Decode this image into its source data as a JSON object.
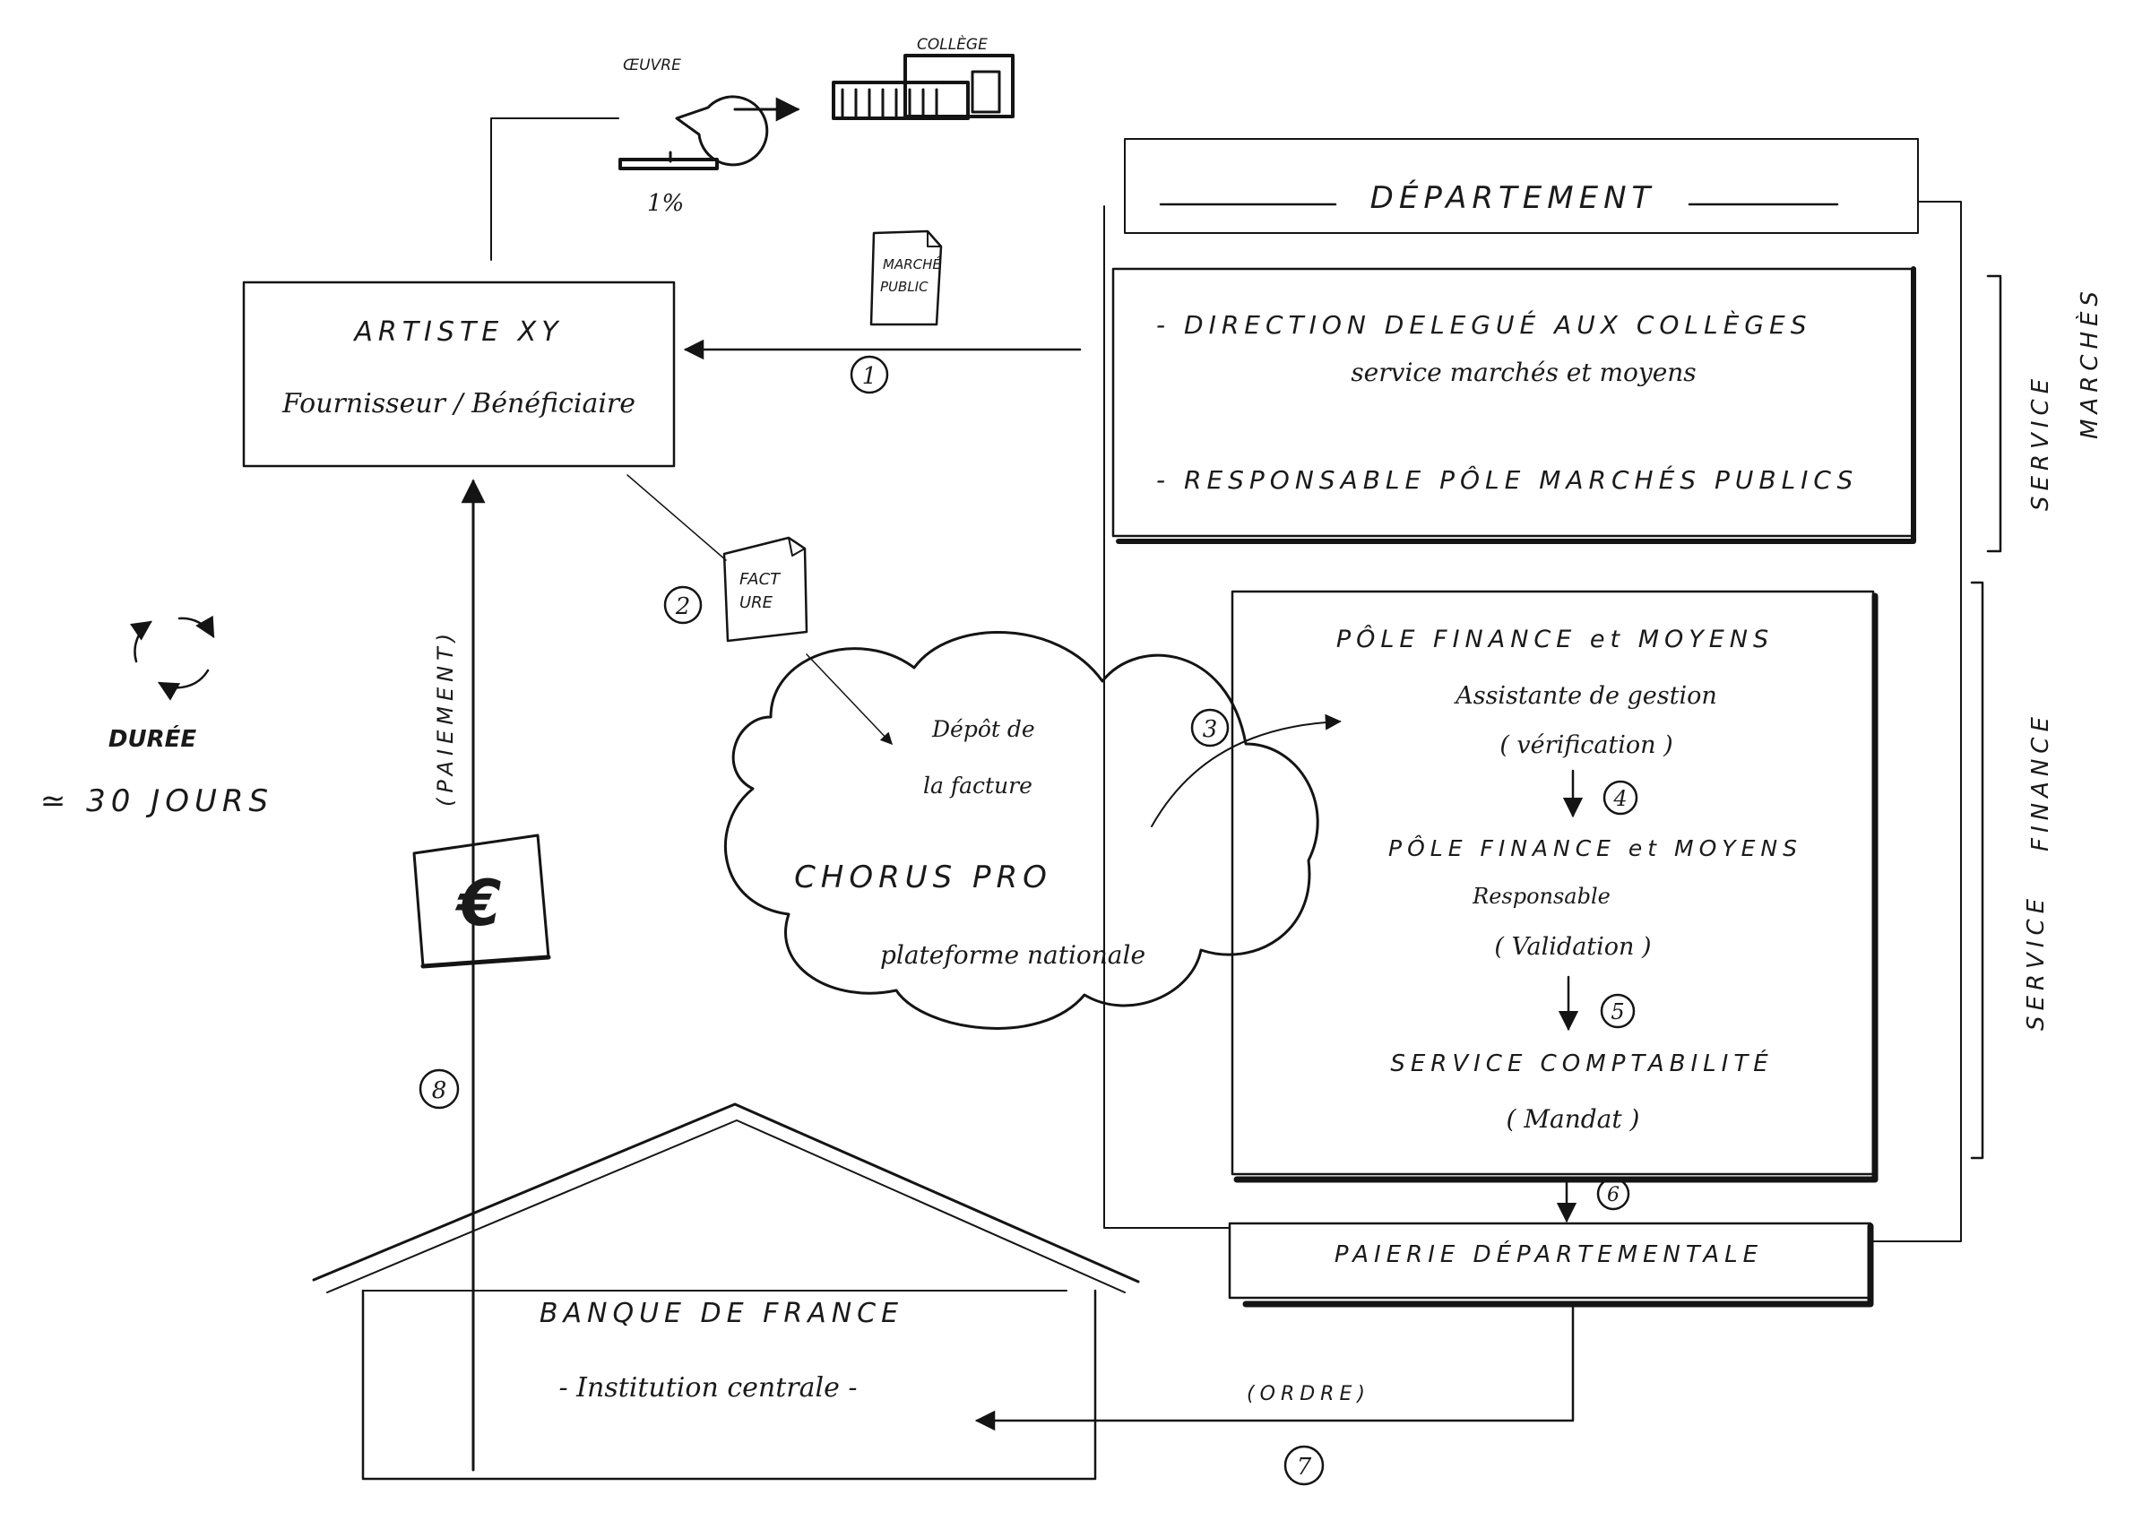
{
  "top": {
    "oeuvre_label": "ŒUVRE",
    "percent": "1%",
    "college_label": "COLLÈGE"
  },
  "artist": {
    "title": "ARTISTE XY",
    "subtitle": "Fournisseur / Bénéficiaire"
  },
  "marche_doc": {
    "line1": "MARCHÉ",
    "line2": "PUBLIC"
  },
  "facture_doc": {
    "line1": "FACT",
    "line2": "URE"
  },
  "departement": {
    "title": "DÉPARTEMENT",
    "marches_line1": "- DIRECTION DELEGUÉ AUX COLLÈGES",
    "marches_line2": "service marchés et moyens",
    "marches_line3": "- RESPONSABLE PÔLE MARCHÉS PUBLICS",
    "fin_line1": "PÔLE FINANCE et MOYENS",
    "fin_line2": "Assistante de gestion",
    "fin_line3": "( vérification )",
    "fin_line4": "PÔLE FINANCE et MOYENS",
    "fin_line5": "Responsable",
    "fin_line6": "( Validation )",
    "fin_line7": "SERVICE COMPTABILITÉ",
    "fin_line8": "( Mandat )"
  },
  "side_labels": {
    "marches_a": "SERVICE",
    "marches_b": "MARCHÈS",
    "finance_a": "SERVICE",
    "finance_b": "FINANCE"
  },
  "chorus": {
    "depot_line1": "Dépôt de",
    "depot_line2": "la facture",
    "title": "CHORUS PRO",
    "subtitle": "plateforme nationale"
  },
  "paierie": {
    "label": "PAIERIE DÉPARTEMENTALE"
  },
  "banque": {
    "title": "BANQUE DE FRANCE",
    "subtitle": "- Institution centrale -"
  },
  "labels": {
    "paiement": "(PAIEMENT)",
    "ordre": "(ORDRE)",
    "euro": "€"
  },
  "duration": {
    "title": "DURÉE",
    "value": "≃ 30 JOURS"
  },
  "steps": {
    "s1": "1",
    "s2": "2",
    "s3": "3",
    "s4": "4",
    "s5": "5",
    "s6": "6",
    "s7": "7",
    "s8": "8"
  }
}
